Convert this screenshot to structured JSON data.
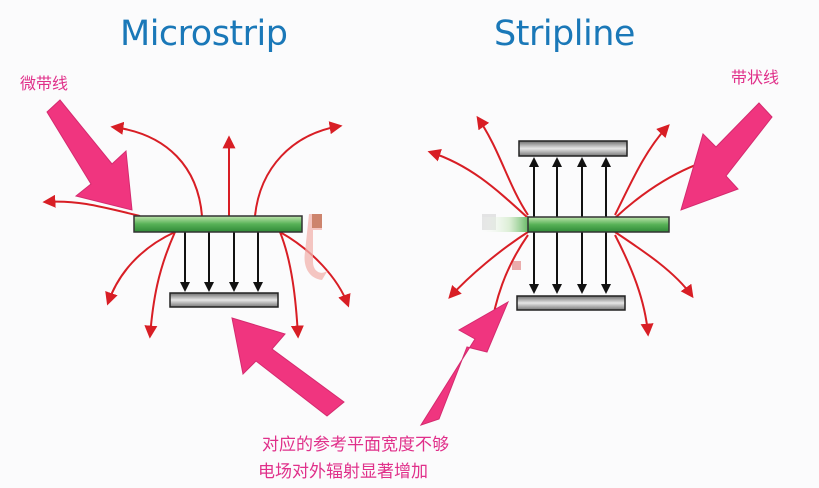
{
  "diagram": {
    "left_title": "Microstrip",
    "right_title": "Stripline",
    "left_label": "微带线",
    "right_label": "带状线",
    "caption_line1": "对应的参考平面宽度不够",
    "caption_line2": "电场对外辐射显著增加"
  },
  "colors": {
    "title": "#1a78b8",
    "annotation": "#e0308a",
    "pointer": "#f0357f",
    "field_line": "#d81e25",
    "trace": "#4fb24f",
    "reference_plane": "#a9a9a9",
    "field_arrow": "#111111"
  }
}
